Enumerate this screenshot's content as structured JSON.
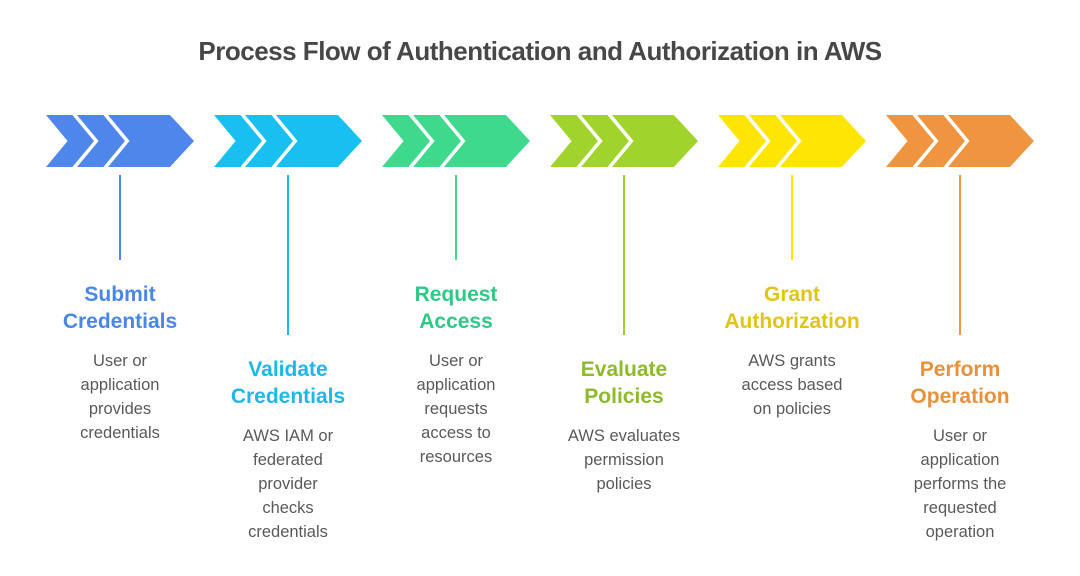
{
  "title": "Process Flow of Authentication and Authorization in AWS",
  "steps": [
    {
      "id": "submit-credentials",
      "title": "Submit\nCredentials",
      "description": "User or\napplication\nprovides\ncredentials",
      "arrow_color": "#4e86ec",
      "title_color": "#4a86e8"
    },
    {
      "id": "validate-credentials",
      "title": "Validate\nCredentials",
      "description": "AWS IAM or\nfederated\nprovider\nchecks\ncredentials",
      "arrow_color": "#17c0f1",
      "title_color": "#1eb8e8"
    },
    {
      "id": "request-access",
      "title": "Request\nAccess",
      "description": "User or\napplication\nrequests\naccess to\nresources",
      "arrow_color": "#3ed98c",
      "title_color": "#2fc987"
    },
    {
      "id": "evaluate-policies",
      "title": "Evaluate\nPolicies",
      "description": "AWS evaluates\npermission\npolicies",
      "arrow_color": "#a0d42c",
      "title_color": "#8eba2b"
    },
    {
      "id": "grant-authorization",
      "title": "Grant\nAuthorization",
      "description": "AWS grants\naccess based\non policies",
      "arrow_color": "#ffe501",
      "title_color": "#e2c417"
    },
    {
      "id": "perform-operation",
      "title": "Perform\nOperation",
      "description": "User or\napplication\nperforms the\nrequested\noperation",
      "arrow_color": "#f0953f",
      "title_color": "#e8913c"
    }
  ]
}
